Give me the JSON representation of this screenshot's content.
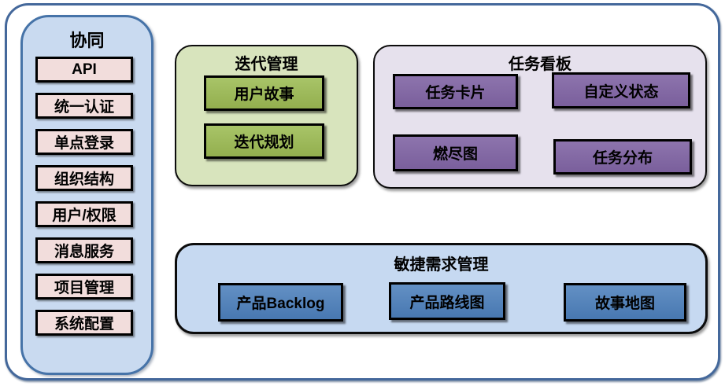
{
  "diagram": {
    "sidebar": {
      "title": "协同",
      "items": [
        "API",
        "统一认证",
        "单点登录",
        "组织结构",
        "用户/权限",
        "消息服务",
        "项目管理",
        "系统配置"
      ]
    },
    "iteration": {
      "title": "迭代管理",
      "items": [
        "用户故事",
        "迭代规划"
      ]
    },
    "kanban": {
      "title": "任务看板",
      "items": [
        "任务卡片",
        "自定义状态",
        "燃尽图",
        "任务分布"
      ]
    },
    "agile": {
      "title": "敏捷需求管理",
      "items": [
        "产品Backlog",
        "产品路线图",
        "故事地图"
      ]
    },
    "colors": {
      "frame_border": "#44689b",
      "sidebar_fill": "#c9daf0",
      "sidebar_border": "#4673a8",
      "sidebar_item_fill": "#f2dddc",
      "iteration_fill": "#d8e4bd",
      "iteration_item_fill": "#9cba59",
      "kanban_fill": "#e6e1ed",
      "kanban_item_fill": "#8064a2",
      "agile_fill": "#c6d9f1",
      "agile_item_fill": "#4d80ba",
      "item_border": "#000000",
      "text": "#000000"
    }
  }
}
